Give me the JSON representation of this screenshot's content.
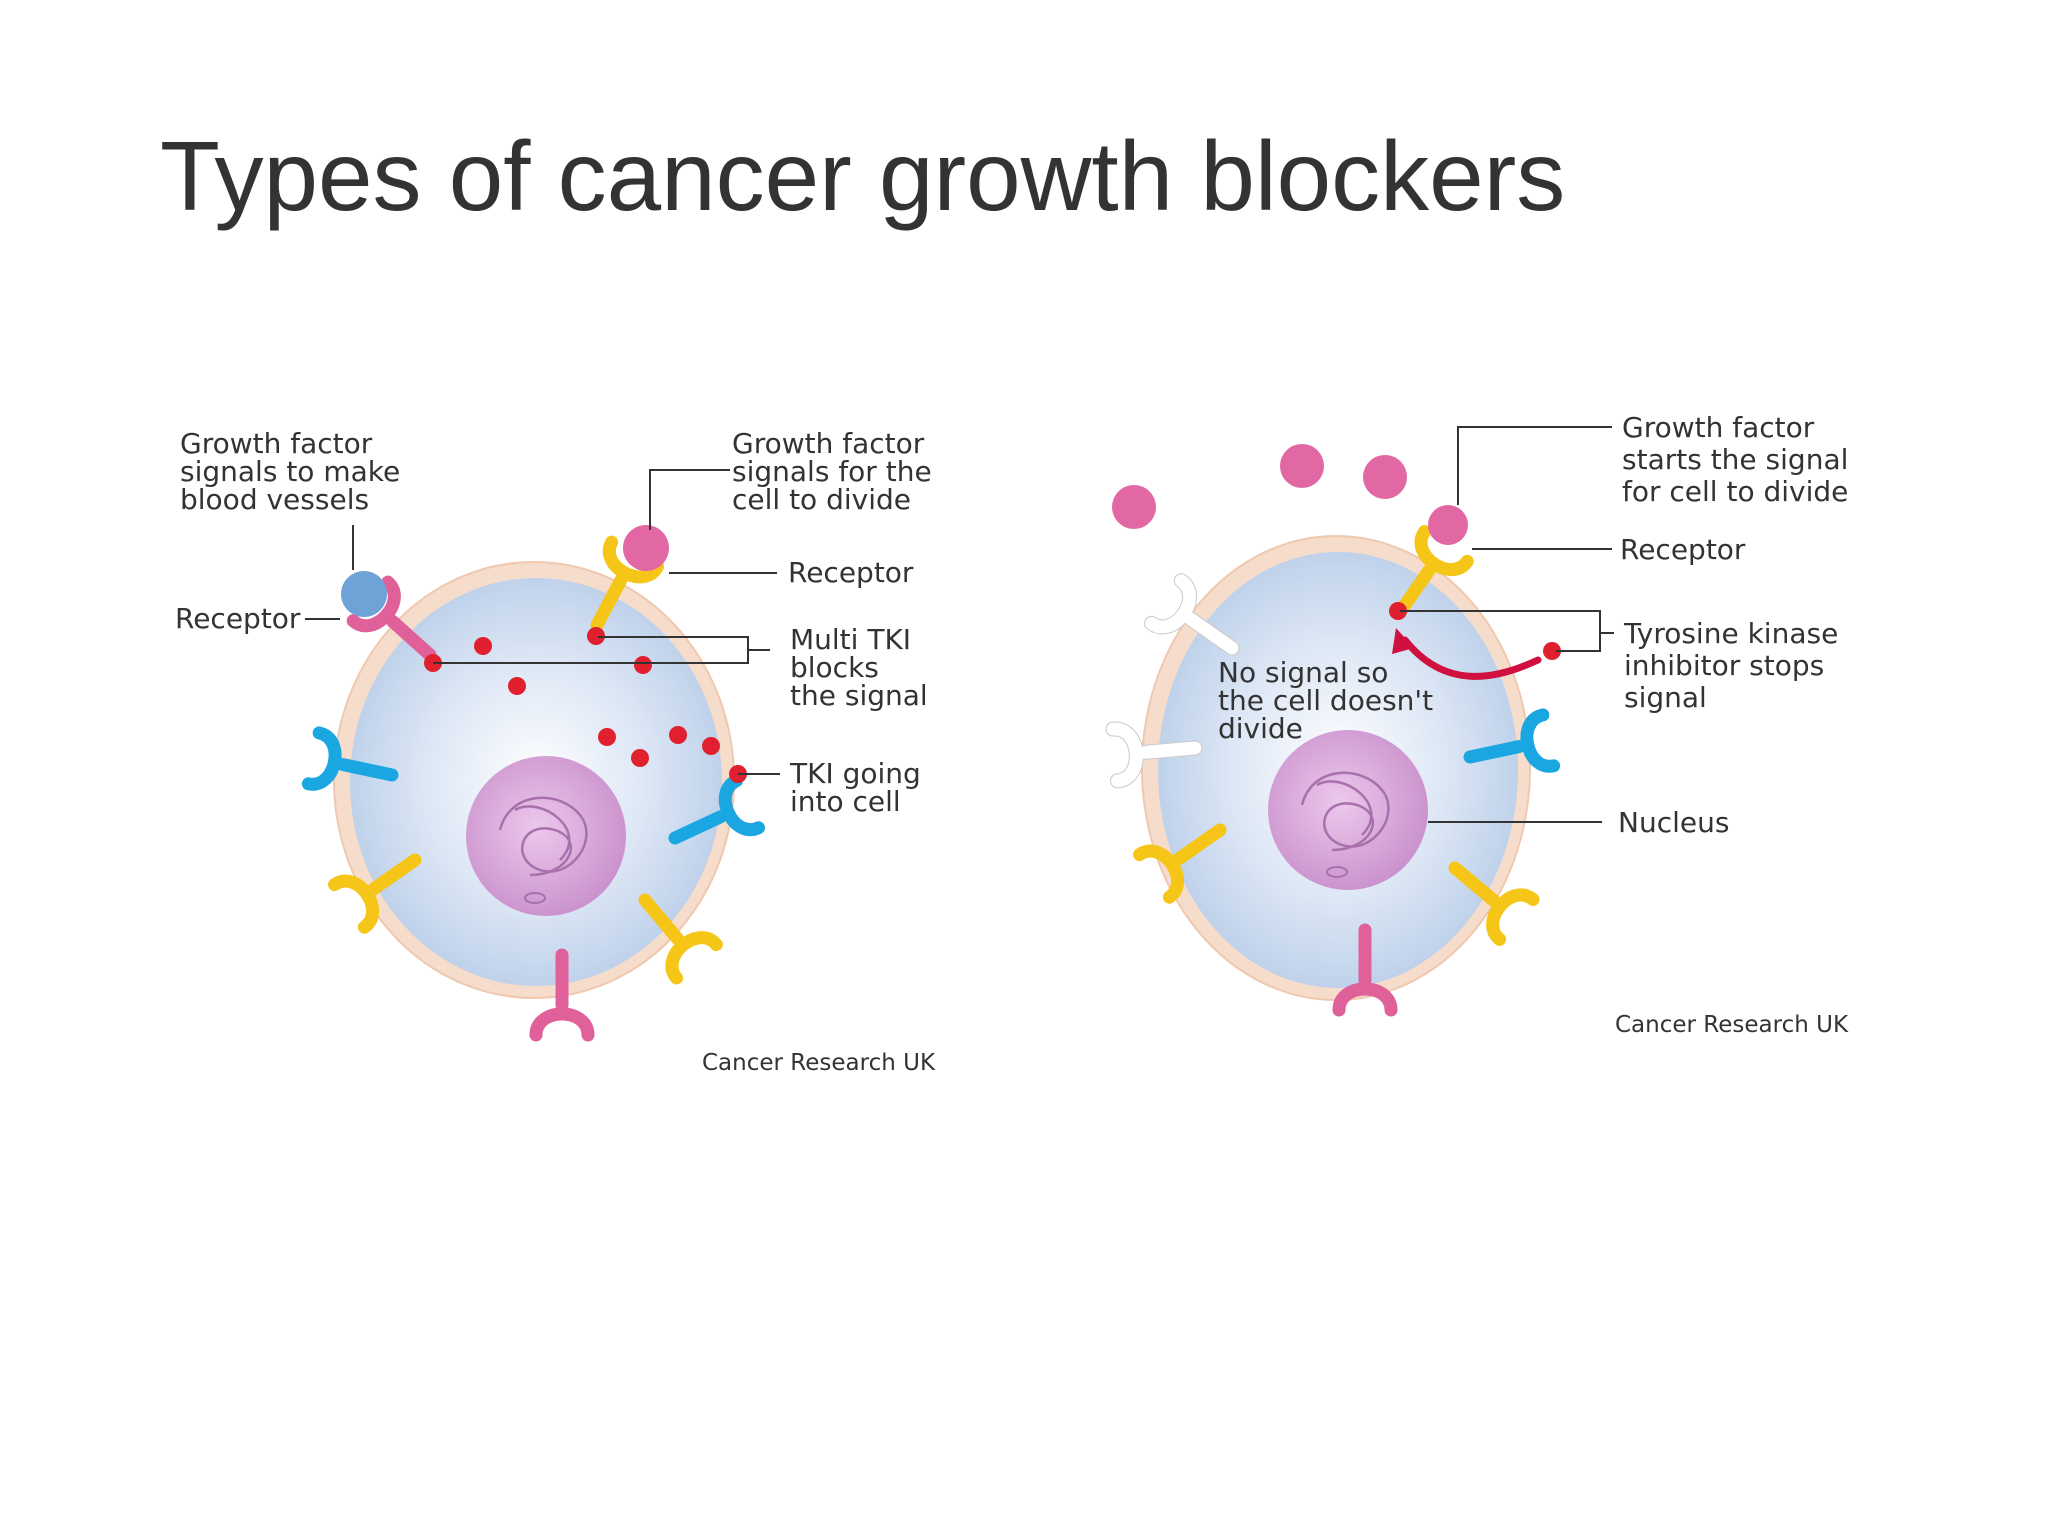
{
  "title": "Types of cancer growth blockers",
  "left_panel": {
    "growth_factor_blood_vessels": [
      "Growth factor",
      "signals to make",
      "blood vessels"
    ],
    "growth_factor_divide": [
      "Growth factor",
      "signals for the",
      "cell to divide"
    ],
    "receptor_left": "Receptor",
    "receptor_right": "Receptor",
    "multi_tki": [
      "Multi TKI",
      "blocks",
      "the signal"
    ],
    "tki_going": [
      "TKI going",
      "into cell"
    ],
    "credit": "Cancer Research UK"
  },
  "right_panel": {
    "growth_factor_starts": [
      "Growth factor",
      "starts the signal",
      "for cell to divide"
    ],
    "receptor": "Receptor",
    "tki_stops": [
      "Tyrosine kinase",
      "inhibitor stops",
      "signal"
    ],
    "no_signal": [
      "No signal so",
      "the cell doesn't",
      "divide"
    ],
    "nucleus": "Nucleus",
    "credit": "Cancer Research UK"
  },
  "colors": {
    "title_text": "#333333",
    "label_text": "#333333",
    "membrane": "#f6dccb",
    "cytoplasm_edge": "#b8cde8",
    "nucleus": "#d8a8d8",
    "yellow_receptor": "#f5c518",
    "pink_receptor": "#e0609a",
    "blue_receptor": "#1aa6e0",
    "white_receptor": "#ffffff",
    "growth_factor_pink": "#e268a4",
    "growth_factor_blue": "#6fa3d8",
    "tki_red": "#e0202e",
    "arrow": "#d0103e"
  }
}
